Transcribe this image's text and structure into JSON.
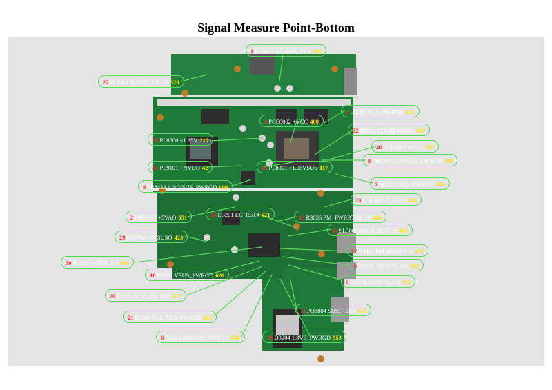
{
  "page": {
    "title": "Signal Measure Point-Bottom"
  },
  "colors": {
    "label_border": "#5cd65c",
    "number": "#ff2a2a",
    "value": "#ffe600",
    "text": "#ffffff",
    "board": "#1f7a3a"
  },
  "points": [
    {
      "num": "1",
      "text": "PR8903 AC_BAT_SYS",
      "value": "482"
    },
    {
      "num": "27",
      "text": "PL8901 P_CHG_LX_30",
      "value": "528"
    },
    {
      "num": "3",
      "text": "D0502 VCA_PWROK",
      "value": "831"
    },
    {
      "num": "4",
      "text": "PCE8002 +VCC",
      "value": "408"
    },
    {
      "num": "22",
      "text": "D0502 COREPWROK",
      "value": "667"
    },
    {
      "num": "28",
      "text": "PL8600 +1.35V",
      "value": "215"
    },
    {
      "num": "26",
      "text": "PCE8004 +VGG",
      "value": "307"
    },
    {
      "num": "31",
      "text": "PL9101 +NVDD",
      "value": "42"
    },
    {
      "num": "25",
      "text": "PL8301 +1.05VSUS",
      "value": "117"
    },
    {
      "num": "8",
      "text": "PR8314 1.05VSUS_PWRGD",
      "value": "409"
    },
    {
      "num": "9",
      "text": "PR8423 1.24VSUS_PWRGD",
      "value": "600"
    },
    {
      "num": "7",
      "text": "SL2818 SUS_PWRGD",
      "value": "620"
    },
    {
      "num": "23",
      "text": "C1004 PLT_RST#",
      "value": "454"
    },
    {
      "num": "2",
      "text": "PSL8707 +5VAO",
      "value": "551"
    },
    {
      "num": "33",
      "text": "D3201 EC_RST#",
      "value": "621"
    },
    {
      "num": "13",
      "text": "R3056 PM_PWRBTN#_18",
      "value": "464"
    },
    {
      "num": "14",
      "text": "SL3008 PM_SUSC#_18",
      "value": "458"
    },
    {
      "num": "29",
      "text": "PL8702 +3VSUSO",
      "value": "423"
    },
    {
      "num": "12",
      "text": "R3001 PM_RSMRST#",
      "value": "625"
    },
    {
      "num": "30",
      "text": "PL8701 +5VSUSO",
      "value": "494"
    },
    {
      "num": "5",
      "text": "R3051 +5VSUS_ON",
      "value": "632"
    },
    {
      "num": "10",
      "text": "D3202 VSUS_PWRGD",
      "value": "620"
    },
    {
      "num": "6",
      "text": "R3054 +3VSUS_ON",
      "value": "573"
    },
    {
      "num": "20",
      "text": "D3202 VCC_PWRGD",
      "value": "622"
    },
    {
      "num": "11",
      "text": "PQ8804 SUSC_EC#",
      "value": "623"
    },
    {
      "num": "21",
      "text": "D3204 ALL_SYS_PWRGD",
      "value": "621"
    },
    {
      "num": "6",
      "text": "D3204 1.8VSUS_PWRGD",
      "value": "608"
    },
    {
      "num": "16",
      "text": "D3204 1.8VS_PWRGD",
      "value": "553"
    }
  ]
}
